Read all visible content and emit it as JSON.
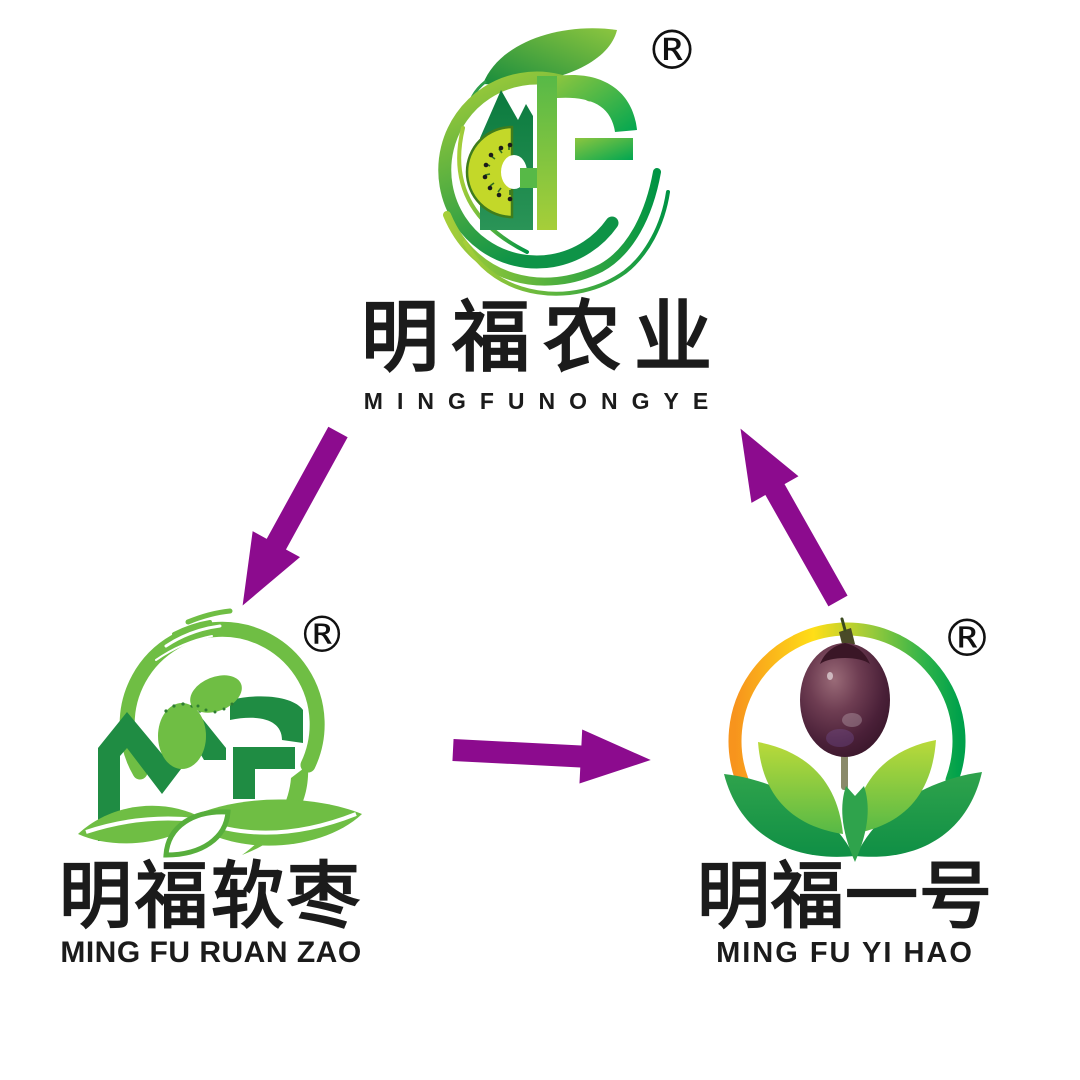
{
  "background": "#ffffff",
  "colors": {
    "arrow_purple": "#8C0B8E",
    "text": "#1b1b1b",
    "brand_green_light": "#8DC63F",
    "brand_green_mid": "#6FBE44",
    "brand_green_dark": "#0E9347",
    "monogram_green": "#1F8C43",
    "kiwi_flesh": "#C3D829",
    "ring_orange": "#F7941D",
    "ring_yellow": "#FFDE17",
    "ring_green": "#00A14B",
    "fruit_plum": "#4A2038"
  },
  "nodes": {
    "parent": {
      "title_cn": "明福农业",
      "subtitle_en": "MINGFUNONGYE",
      "trademark": "®",
      "logo": "kiwi-mf-monogram"
    },
    "ruanzao": {
      "title_cn": "明福软枣",
      "subtitle_en": "MING FU RUAN ZAO",
      "trademark": "®",
      "logo": "brush-circle-mf-leaves"
    },
    "yihao": {
      "title_cn": "明福一号",
      "subtitle_en": "MING FU YI HAO",
      "trademark": "®",
      "logo": "gradient-ring-fruit-sprout"
    }
  },
  "arrows": [
    {
      "from": "parent",
      "to": "ruanzao",
      "direction": "down-left"
    },
    {
      "from": "ruanzao",
      "to": "yihao",
      "direction": "right"
    },
    {
      "from": "yihao",
      "to": "parent",
      "direction": "up-right"
    }
  ]
}
